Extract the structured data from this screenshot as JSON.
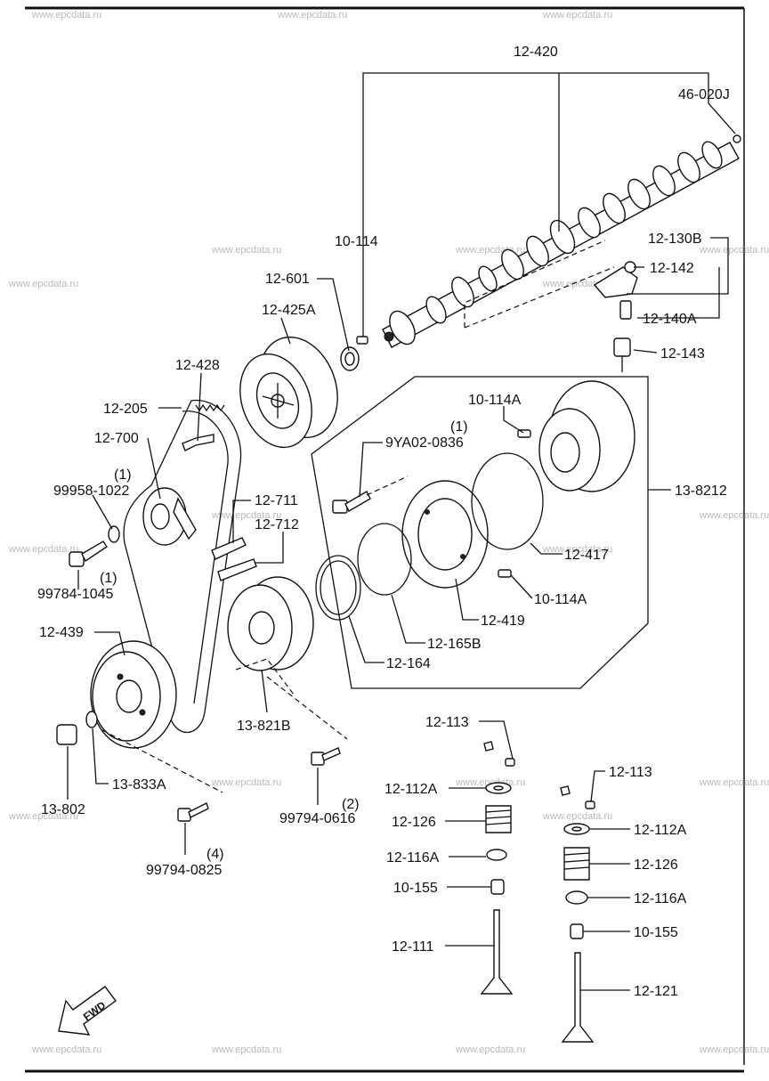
{
  "watermark": "www.epcdata.ru",
  "fwd_label": "FWD",
  "labels": {
    "p12_420": "12-420",
    "p46_020j": "46-020J",
    "p10_114": "10-114",
    "p12_130b": "12-130B",
    "p12_142": "12-142",
    "p12_601": "12-601",
    "p12_140a": "12-140A",
    "p12_425a": "12-425A",
    "p12_143": "12-143",
    "p12_428": "12-428",
    "p10_114a_top": "10-114A",
    "p12_205": "12-205",
    "p9ya02_qty": "(1)",
    "p9ya02": "9YA02-0836",
    "p12_700": "12-700",
    "p99958_qty": "(1)",
    "p99958": "99958-1022",
    "p13_8212": "13-8212",
    "p12_711": "12-711",
    "p12_712": "12-712",
    "p12_417": "12-417",
    "p99784": "99784-1045",
    "p99784_qty": "(1)",
    "p10_114a_bot": "10-114A",
    "p12_439": "12-439",
    "p12_419": "12-419",
    "p12_165b": "12-165B",
    "p12_164": "12-164",
    "p13_821b": "13-821B",
    "p12_113_left": "12-113",
    "p13_833a": "13-833A",
    "p12_113_right": "12-113",
    "p12_112a_left": "12-112A",
    "p13_802": "13-802",
    "p99794_0616_qty": "(2)",
    "p99794_0616": "99794-0616",
    "p12_126_left": "12-126",
    "p12_112a_right": "12-112A",
    "p12_116a_left": "12-116A",
    "p99794_0825_qty": "(4)",
    "p99794_0825": "99794-0825",
    "p12_126_right": "12-126",
    "p10_155_left": "10-155",
    "p12_116a_right": "12-116A",
    "p10_155_right": "10-155",
    "p12_111": "12-111",
    "p12_121": "12-121"
  }
}
